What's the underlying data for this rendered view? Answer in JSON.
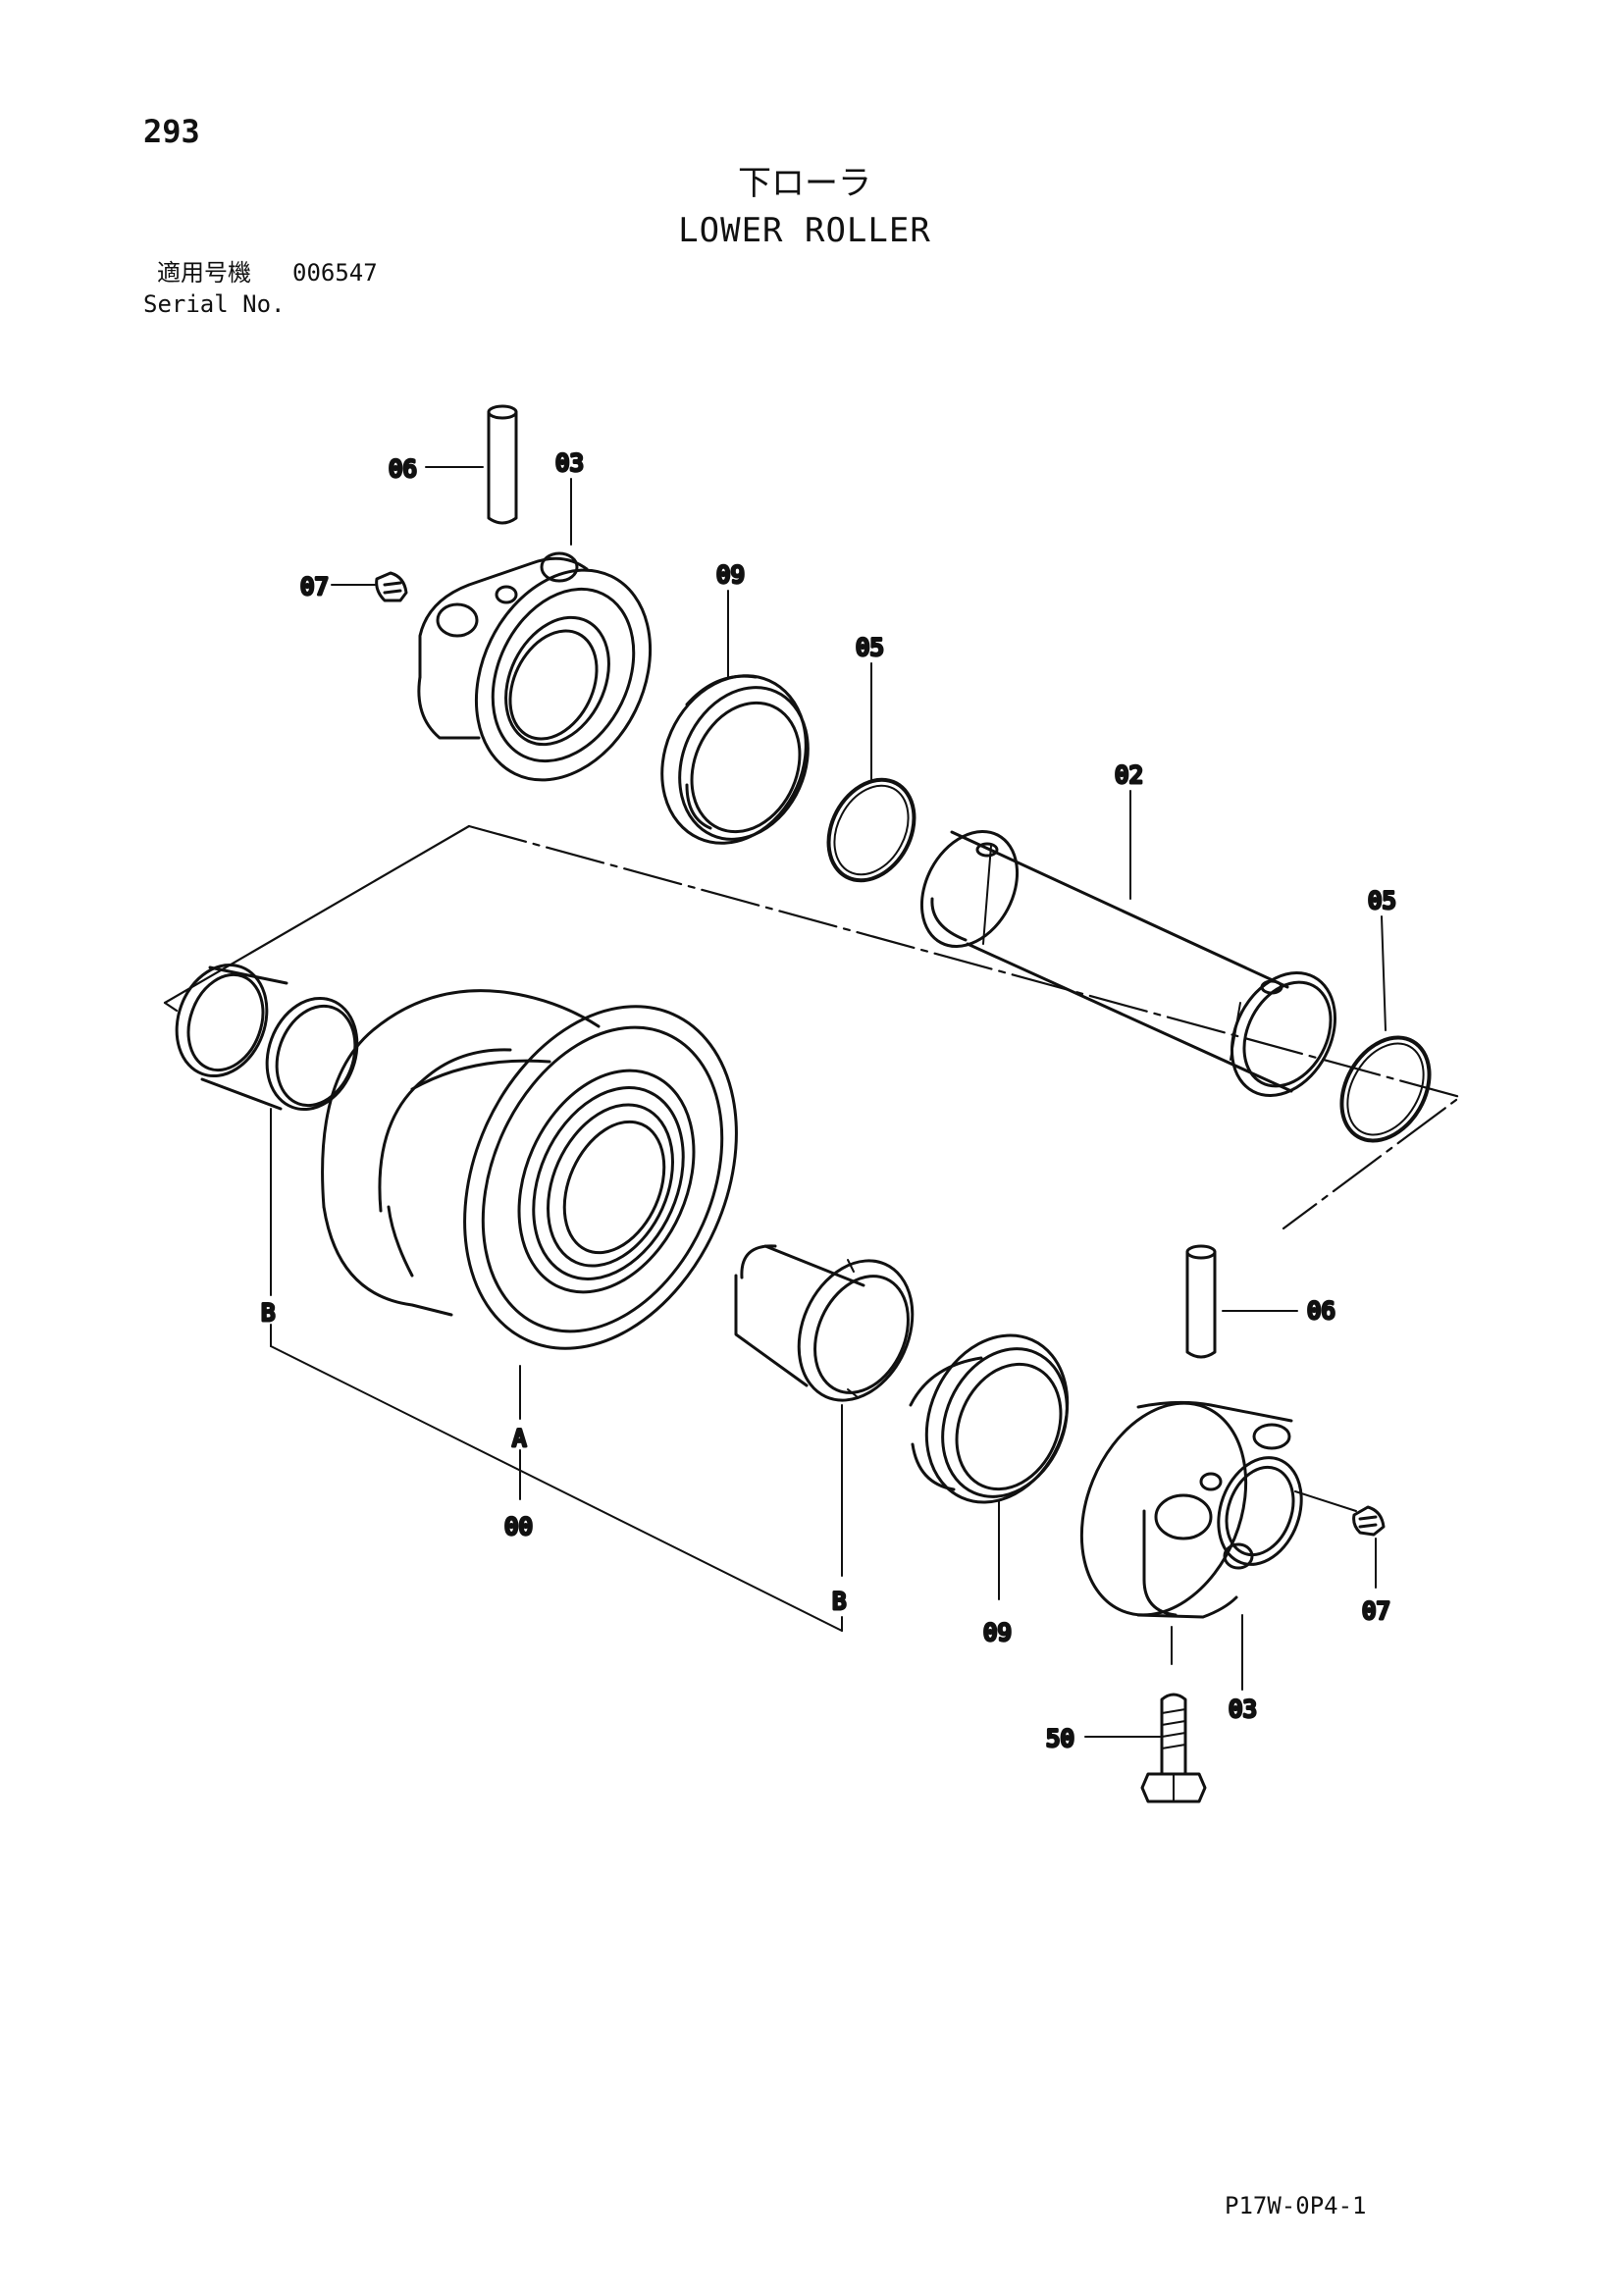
{
  "header": {
    "page_number": "293",
    "title_jp": "下ローラ",
    "title_en": "LOWER ROLLER",
    "serial_label_jp": "適用号機",
    "serial_value": "006547",
    "serial_label_en": "Serial No."
  },
  "callouts": {
    "c00": "00",
    "c02": "02",
    "c03_top": "03",
    "c03_bottom": "03",
    "c05_left": "05",
    "c05_right": "05",
    "c06_top": "06",
    "c06_bottom": "06",
    "c07_top": "07",
    "c07_bottom": "07",
    "c09_top": "09",
    "c09_bottom": "09",
    "c50": "50",
    "marker_a": "A",
    "marker_b_left": "B",
    "marker_b_right": "B"
  },
  "footer": {
    "drawing_code": "P17W-0P4-1"
  }
}
